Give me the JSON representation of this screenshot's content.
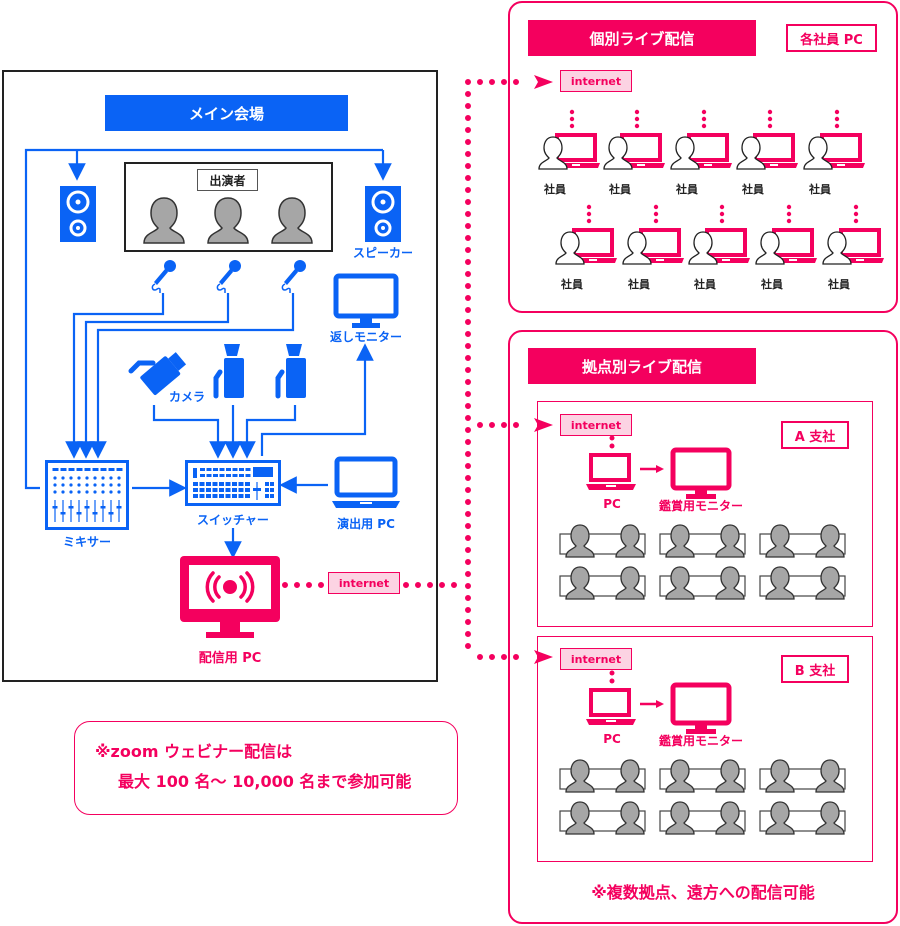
{
  "main_venue": {
    "title": "メイン会場",
    "performers_label": "出演者",
    "speaker_label": "スピーカー",
    "return_monitor_label": "返しモニター",
    "camera_label": "カメラ",
    "mixer_label": "ミキサー",
    "switcher_label": "スイッチャー",
    "production_pc_label": "演出用 PC",
    "streaming_pc_label": "配信用 PC",
    "internet_label": "internet"
  },
  "note": {
    "line1": "※zoom ウェビナー配信は",
    "line2": "最大 100 名～ 10,000 名まで参加可能"
  },
  "individual": {
    "title": "個別ライブ配信",
    "tag": "各社員 PC",
    "internet_label": "internet",
    "employees": [
      "社員",
      "社員",
      "社員",
      "社員",
      "社員",
      "社員",
      "社員",
      "社員",
      "社員",
      "社員"
    ]
  },
  "site": {
    "title": "拠点別ライブ配信",
    "branches": [
      {
        "name": "A 支社",
        "internet_label": "internet",
        "pc_label": "PC",
        "monitor_label": "鑑賞用モニター"
      },
      {
        "name": "B 支社",
        "internet_label": "internet",
        "pc_label": "PC",
        "monitor_label": "鑑賞用モニター"
      }
    ],
    "footer": "※複数拠点、遠方への配信可能"
  },
  "colors": {
    "blue": "#0a63f5",
    "pink": "#f4005e",
    "gray": "#a6a6a6",
    "inet_bg": "#fcd3e3"
  }
}
